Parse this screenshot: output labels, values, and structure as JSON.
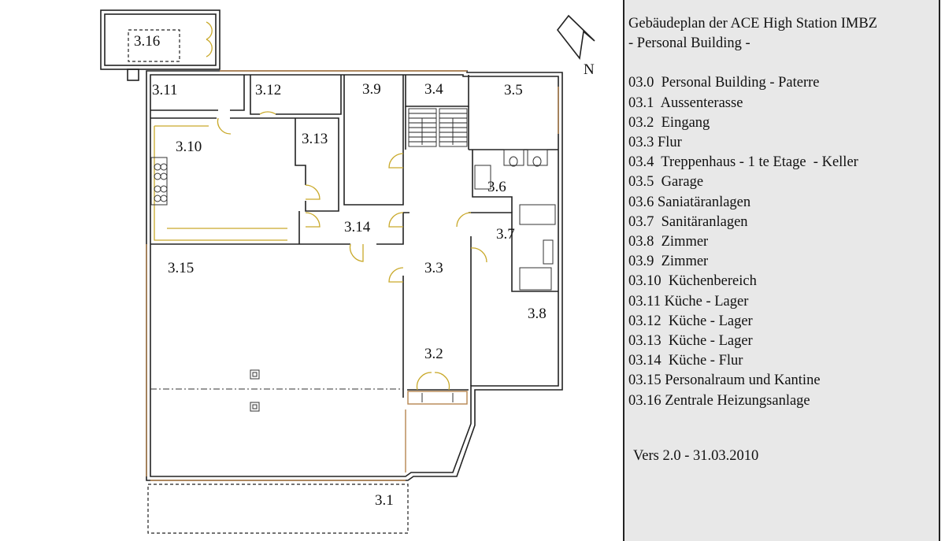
{
  "plan": {
    "north_label": "N",
    "rooms": [
      {
        "id": "r316",
        "label": "3.16"
      },
      {
        "id": "r311",
        "label": "3.11"
      },
      {
        "id": "r312",
        "label": "3.12"
      },
      {
        "id": "r39",
        "label": "3.9"
      },
      {
        "id": "r34",
        "label": "3.4"
      },
      {
        "id": "r35",
        "label": "3.5"
      },
      {
        "id": "r310",
        "label": "3.10"
      },
      {
        "id": "r313",
        "label": "3.13"
      },
      {
        "id": "r36",
        "label": "3.6"
      },
      {
        "id": "r314",
        "label": "3.14"
      },
      {
        "id": "r37",
        "label": "3.7"
      },
      {
        "id": "r315",
        "label": "3.15"
      },
      {
        "id": "r33",
        "label": "3.3"
      },
      {
        "id": "r38",
        "label": "3.8"
      },
      {
        "id": "r32",
        "label": "3.2"
      },
      {
        "id": "r31",
        "label": "3.1"
      }
    ]
  },
  "legend": {
    "title_line1": "Gebäudeplan der ACE High Station IMBZ",
    "title_line2": "- Personal Building -",
    "items": [
      "03.0  Personal Building - Paterre",
      "03.1  Aussenterasse",
      "03.2  Eingang",
      "03.3 Flur",
      "03.4  Treppenhaus - 1 te Etage  - Keller",
      "03.5  Garage",
      "03.6 Saniatäranlagen",
      "03.7  Sanitäranlagen",
      "03.8  Zimmer",
      "03.9  Zimmer",
      "03.10  Küchenbereich",
      "03.11 Küche - Lager",
      "03.12  Küche - Lager",
      "03.13  Küche - Lager",
      "03.14  Küche - Flur",
      "03.15 Personalraum und Kantine",
      "03.16 Zentrale Heizungsanlage"
    ],
    "version": "Vers 2.0 - 31.03.2010"
  }
}
